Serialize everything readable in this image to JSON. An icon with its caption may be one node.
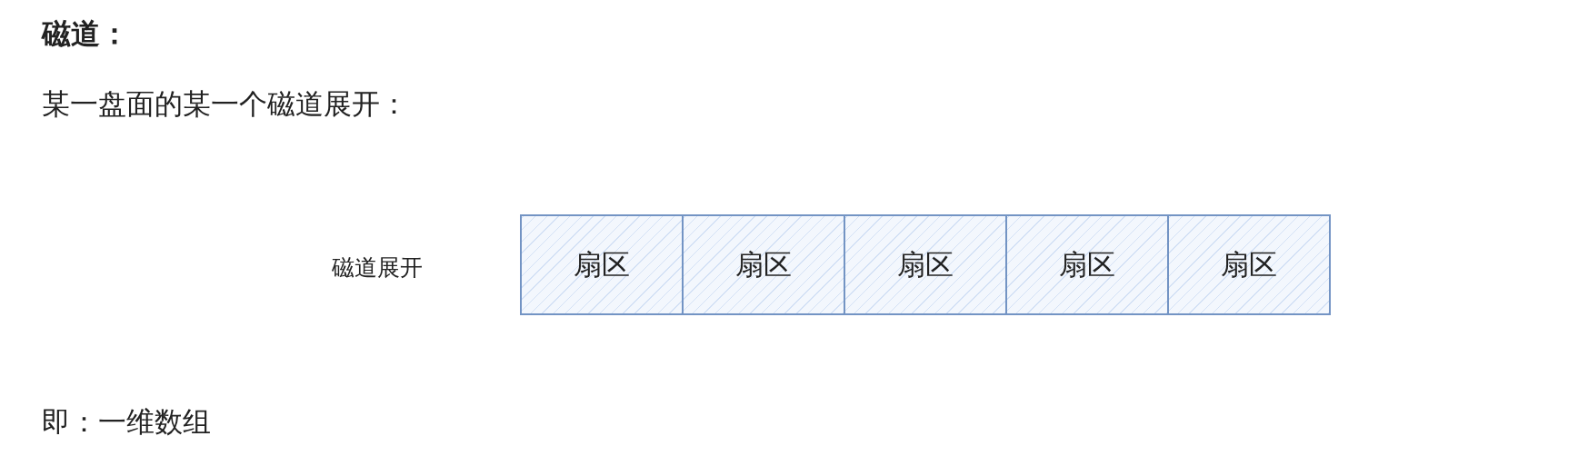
{
  "diagram": {
    "title": "磁道：",
    "nodes": [
      {
        "text": [
          "扇区"
        ]
      },
      {
        "text": [
          "扇区"
        ]
      },
      {
        "text": [
          "扇区"
        ]
      },
      {
        "text": [
          "扇区"
        ]
      },
      {
        "text": [
          "扇区"
        ]
      }
    ],
    "labels": [
      "某一盘面的某一个磁道展开：",
      "磁道展开",
      "即：一维数组"
    ]
  }
}
